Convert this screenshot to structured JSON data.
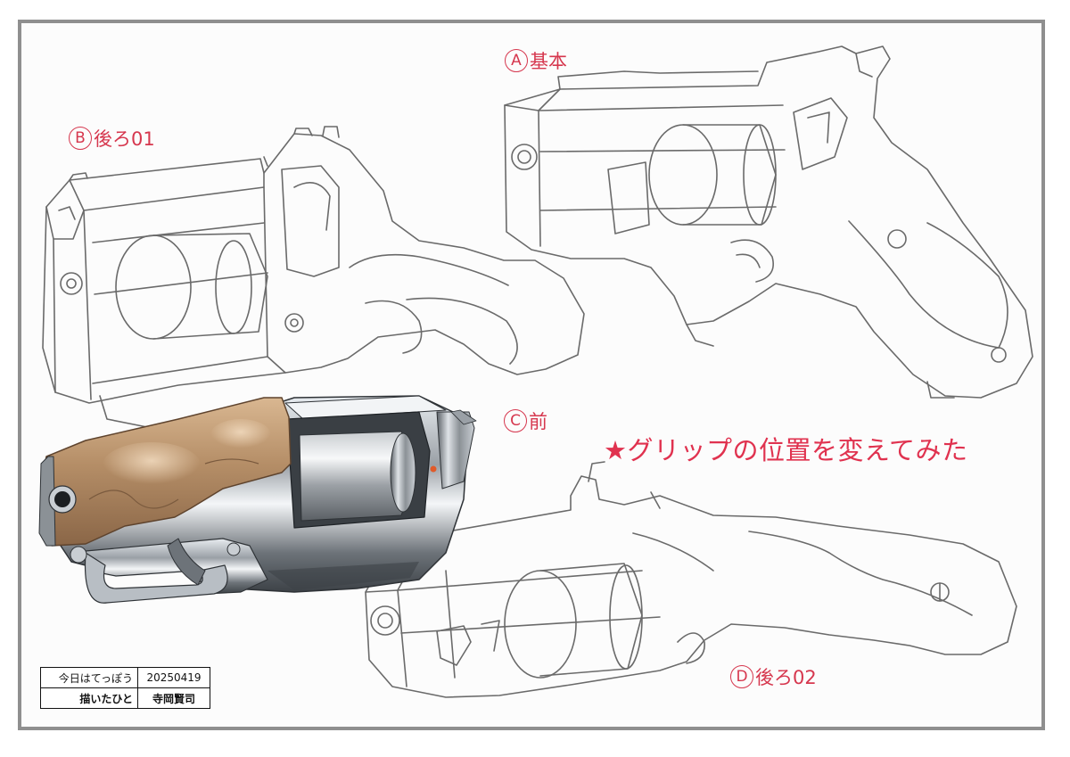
{
  "labels": {
    "a": {
      "letter": "A",
      "text": "基本"
    },
    "b": {
      "letter": "B",
      "text": "後ろ01"
    },
    "c": {
      "letter": "C",
      "text": "前"
    },
    "d": {
      "letter": "D",
      "text": "後ろ02"
    }
  },
  "caption": "★グリップの位置を変えてみた",
  "stamp": {
    "row1_label": "今日はてっぽう",
    "row1_value": "20250419",
    "row2_label": "描いたひと",
    "row2_value": "寺岡賢司"
  },
  "colors": {
    "label": "#d6374e",
    "frame": "#8f8f8f",
    "grip": "#b58e67",
    "sketch": "#6a6a6a"
  }
}
